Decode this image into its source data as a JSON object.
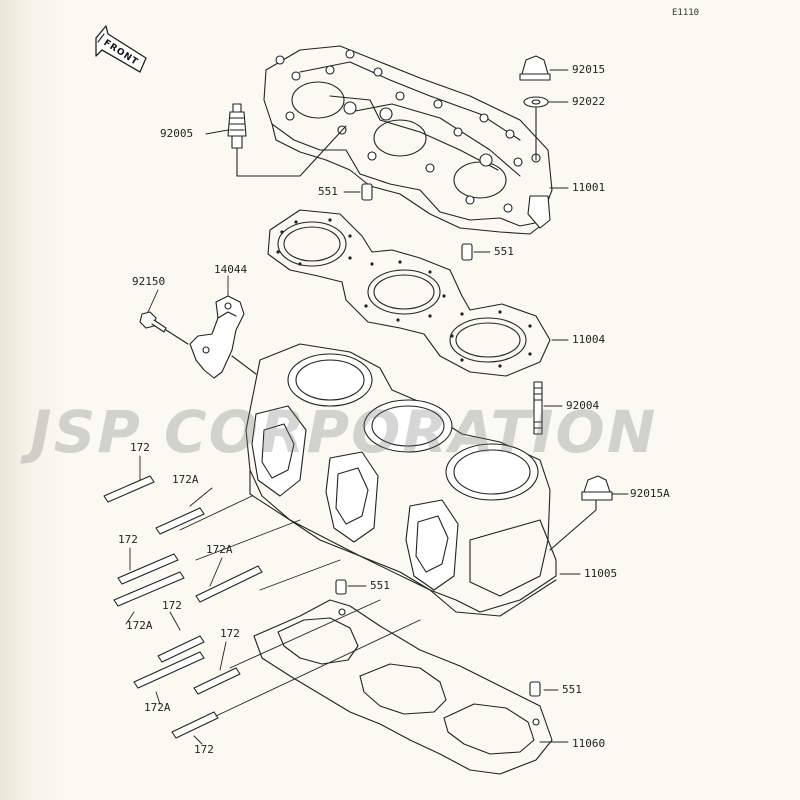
{
  "diagram_code": "E1110",
  "front_arrow_label": "FRONT",
  "watermark": "JSP CORPORATION",
  "labels": {
    "p92015": "92015",
    "p92022": "92022",
    "p92005": "92005",
    "p11001": "11001",
    "p551_top": "551",
    "p551_mid": "551",
    "p92150": "92150",
    "p14044": "14044",
    "p11004": "11004",
    "p92004": "92004",
    "p172_a": "172",
    "p172A_a": "172A",
    "p92015A": "92015A",
    "p172_b": "172",
    "p172A_b": "172A",
    "p11005": "11005",
    "p551_low": "551",
    "p172A_c": "172A",
    "p172_c": "172",
    "p172_d": "172",
    "p551_bot": "551",
    "p172A_d": "172A",
    "p11060": "11060",
    "p172_e": "172"
  }
}
